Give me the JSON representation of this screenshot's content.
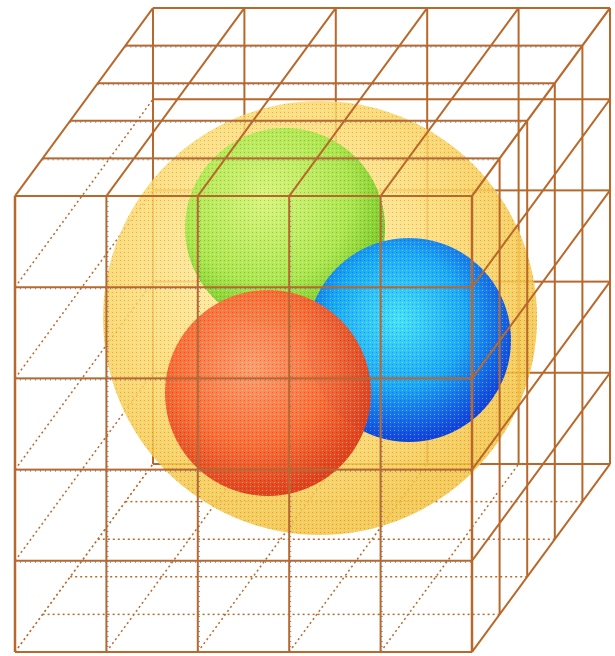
{
  "diagram": {
    "grid_divisions": 5,
    "colors": {
      "background": "#ffffff",
      "grid_line": "#b8682a",
      "grid_line_dark": "#8c4a16",
      "dot_blue": "#5a7fd6",
      "outer_sphere": "#ffd86a",
      "outer_sphere_edge": "#f6c23e",
      "green_sphere": "#a8e64a",
      "green_sphere_edge": "#6cc51e",
      "blue_sphere": "#2fb0ff",
      "blue_sphere_edge": "#0a3fe0",
      "red_sphere": "#ff7a3c",
      "red_sphere_edge": "#e0401a"
    },
    "spheres": [
      {
        "name": "outer-sphere",
        "color_key": "outer_sphere"
      },
      {
        "name": "green-sphere",
        "color_key": "green_sphere"
      },
      {
        "name": "blue-sphere",
        "color_key": "blue_sphere"
      },
      {
        "name": "red-sphere",
        "color_key": "red_sphere"
      }
    ]
  }
}
